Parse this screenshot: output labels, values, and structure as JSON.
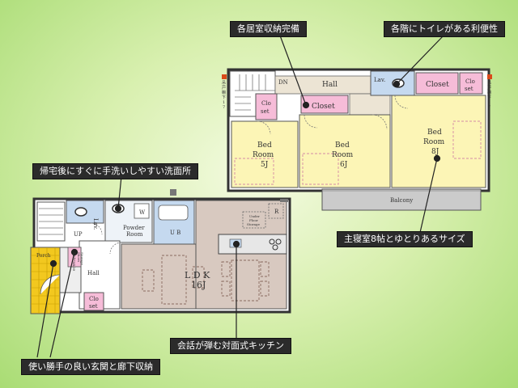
{
  "callouts": {
    "storage": "各居室収納完備",
    "toilets": "各階にトイレがある利便性",
    "washroom": "帰宅後にすぐに手洗いしやすい洗面所",
    "master": "主寝室8帖とゆとりあるサイズ",
    "kitchen": "会話が弾む対面式キッチン",
    "entrance": "使い勝手の良い玄関と廊下収納"
  },
  "floor2": {
    "hall": "Hall",
    "dn": "DN",
    "lav": "Lav.",
    "closet_top": "Closet",
    "closet_mid": "Closet",
    "clo_set_left": [
      "Clo",
      "set"
    ],
    "clo_set_right": [
      "Clo",
      "set"
    ],
    "bed1": [
      "Bed",
      "Room",
      "5J"
    ],
    "bed2": [
      "Bed",
      "Room",
      "6J"
    ],
    "bed3": [
      "Bed",
      "Room",
      "8J"
    ],
    "balcony": "Balcony",
    "marker_left": [
      "吊",
      "戸",
      "棚",
      "下",
      "1",
      "7"
    ],
    "marker_right": [
      "吊",
      "戸",
      "棚",
      "下",
      "1",
      "7"
    ]
  },
  "floor1": {
    "lav": "Lav.",
    "w": "W",
    "powder": [
      "Powder",
      "Room"
    ],
    "ub": "U B",
    "up": "UP",
    "hall": "Hall",
    "porch": "Porch",
    "entrance": "Entrance",
    "shoes_storage": [
      "Shoes",
      "Storage"
    ],
    "clo_set": [
      "Clo",
      "set"
    ],
    "under_floor": [
      "Under",
      "Floor",
      "Storage"
    ],
    "r": "R",
    "ldk": [
      "L D K",
      "16J"
    ]
  },
  "colors": {
    "bedroom": "#fcf5b6",
    "closet": "#f6bcd8",
    "floor_brown": "#d8c9c0",
    "porch": "#f2c81f",
    "balcony": "#cbcbcb",
    "wet": "#c5d9ef",
    "hall": "#ece4d4"
  }
}
